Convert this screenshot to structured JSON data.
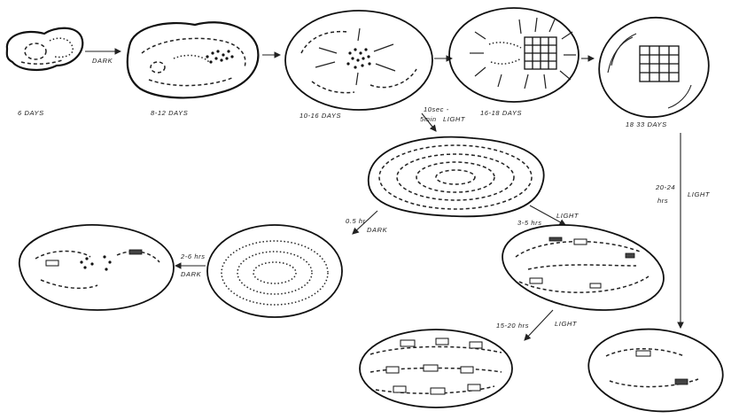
{
  "stages": {
    "s1": "6 DAYS",
    "s2": "8-12 DAYS",
    "s3": "10-16 DAYS",
    "s4": "16-18 DAYS",
    "s5": "18 33 DAYS"
  },
  "conditions": {
    "c1_dark": "DARK",
    "c2_time": "10sec -",
    "c2_time2": "5min",
    "c2_light": "LIGHT",
    "c3_time": "20-24",
    "c3_time2": "hrs",
    "c3_light": "LIGHT",
    "c4_time": "3-5 hrs",
    "c4_light": "LIGHT",
    "c5_time": "0.5 hr",
    "c5_dark": "DARK",
    "c6_time": "2-6 hrs",
    "c6_dark": "DARK",
    "c7_time": "15-20 hrs",
    "c7_light": "LIGHT"
  }
}
